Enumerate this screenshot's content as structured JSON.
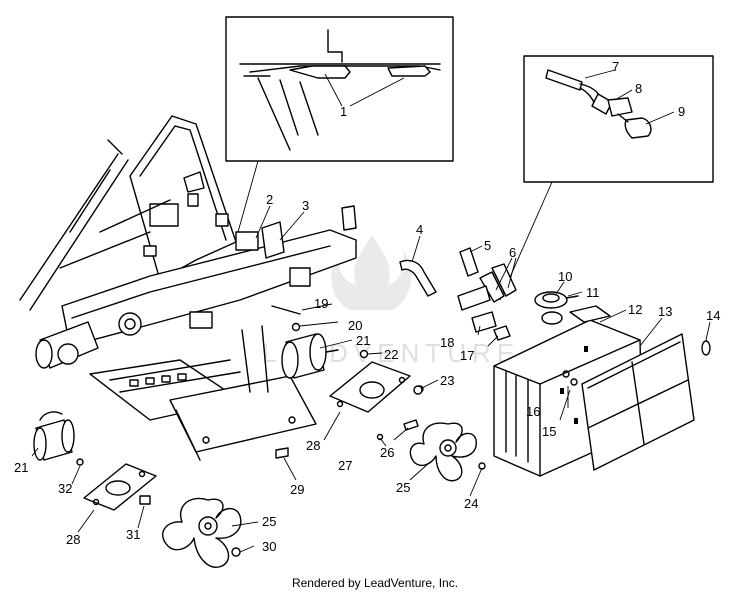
{
  "footer": "Rendered by LeadVenture, Inc.",
  "watermark": {
    "text": "LEADVENTURE"
  },
  "part_numbers": {
    "p1": "1",
    "p2": "2",
    "p3": "3",
    "p4": "4",
    "p5": "5",
    "p6": "6",
    "p7": "7",
    "p8": "8",
    "p9": "9",
    "p10": "10",
    "p11": "11",
    "p12": "12",
    "p13": "13",
    "p14": "14",
    "p15": "15",
    "p16": "16",
    "p17": "17",
    "p18": "18",
    "p19": "19",
    "p20": "20",
    "p21": "21",
    "p22": "22",
    "p23": "23",
    "p24": "24",
    "p25": "25",
    "p26": "26",
    "p27": "27",
    "p28": "28",
    "p29": "29",
    "p30": "30",
    "p31": "31",
    "p32": "32"
  }
}
